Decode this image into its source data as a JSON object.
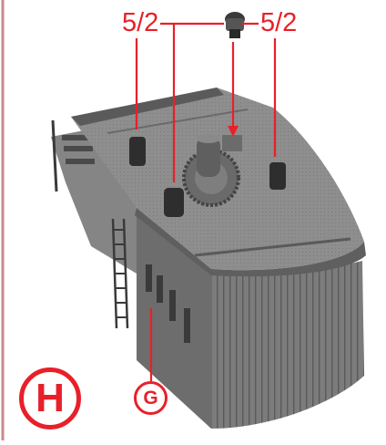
{
  "labels": {
    "part_left": "5/2",
    "part_right": "5/2",
    "sub_assembly": "G",
    "step": "H"
  },
  "colors": {
    "accent": "#e8202a",
    "model": "#8a8a8a",
    "page_border": "#c98a8a"
  }
}
